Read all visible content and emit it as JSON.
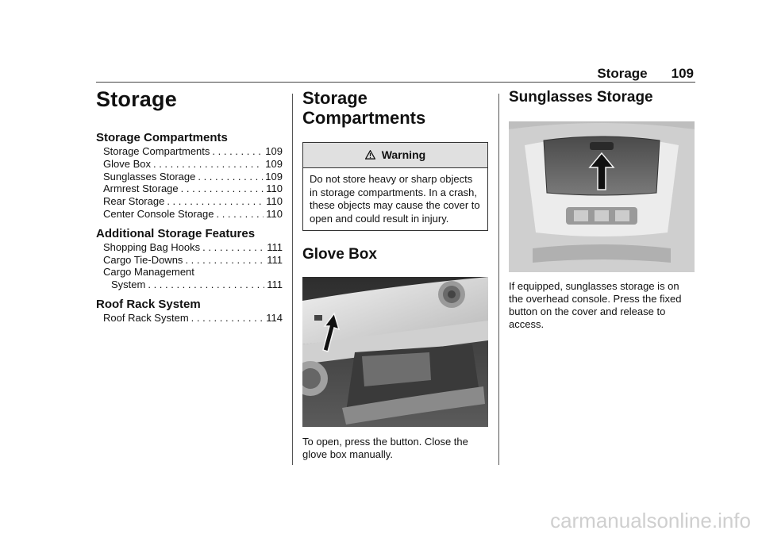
{
  "header": {
    "section": "Storage",
    "page_number": "109"
  },
  "col1": {
    "title": "Storage",
    "groups": [
      {
        "heading": "Storage Compartments",
        "items": [
          {
            "label": "Storage Compartments",
            "page": "109"
          },
          {
            "label": "Glove Box",
            "page": "109"
          },
          {
            "label": "Sunglasses Storage",
            "page": "109"
          },
          {
            "label": "Armrest Storage",
            "page": "110"
          },
          {
            "label": "Rear Storage",
            "page": "110"
          },
          {
            "label": "Center Console Storage",
            "page": "110"
          }
        ]
      },
      {
        "heading": "Additional Storage Features",
        "items": [
          {
            "label": "Shopping Bag Hooks",
            "page": "111"
          },
          {
            "label": "Cargo Tie-Downs",
            "page": "111"
          },
          {
            "label": "Cargo Management",
            "page": ""
          },
          {
            "label": "System",
            "page": "111"
          }
        ]
      },
      {
        "heading": "Roof Rack System",
        "items": [
          {
            "label": "Roof Rack System",
            "page": "114"
          }
        ]
      }
    ]
  },
  "col2": {
    "title_line1": "Storage",
    "title_line2": "Compartments",
    "warning_title": "Warning",
    "warning_text": "Do not store heavy or sharp objects in storage compartments. In a crash, these objects may cause the cover to open and could result in injury.",
    "glovebox_heading": "Glove Box",
    "glovebox_text": "To open, press the button. Close the glove box manually."
  },
  "col3": {
    "heading": "Sunglasses Storage",
    "text": "If equipped, sunglasses storage is on the overhead console. Press the fixed button on the cover and release to access."
  },
  "footer": {
    "watermark": "carmanualsonline.info"
  },
  "icons": {
    "warning": "warning-triangle-icon",
    "arrow": "up-arrow-icon"
  }
}
